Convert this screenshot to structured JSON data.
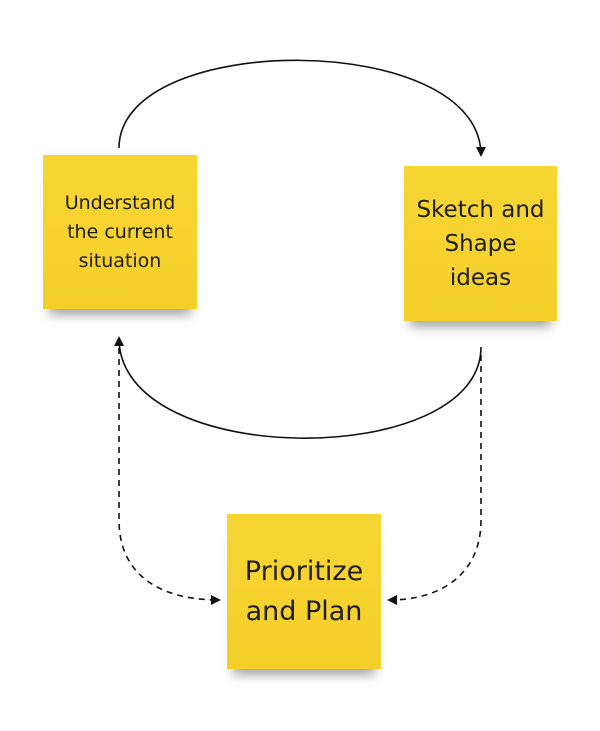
{
  "notes": {
    "understand": "Understand\nthe current\nsituation",
    "sketch": "Sketch and\nShape\nideas",
    "prioritize": "Prioritize\nand Plan"
  },
  "colors": {
    "sticky": "#f5d12e",
    "connector": "#111111",
    "background": "#ffffff"
  }
}
